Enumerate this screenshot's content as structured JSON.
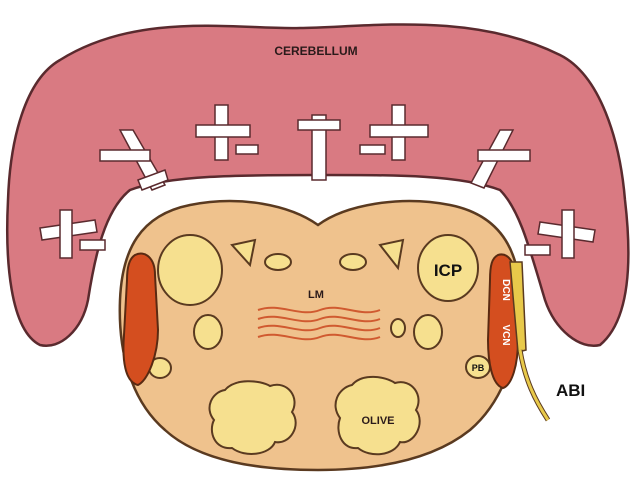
{
  "labels": {
    "cerebellum": "CEREBELLUM",
    "icp": "ICP",
    "lm": "LM",
    "dcn": "DCN",
    "vcn": "VCN",
    "pb": "PB",
    "olive": "OLIVE",
    "abi": "ABI"
  },
  "colors": {
    "cerebellum_fill": "#d97a82",
    "cerebellum_stroke": "#5a2a2e",
    "brainstem_fill": "#efc28d",
    "brainstem_stroke": "#5a3a20",
    "nucleus_fill": "#f6e08f",
    "cochlear_nucleus_fill": "#d44e1f",
    "lemniscus_stroke": "#d05a30",
    "abi_fill": "#e8c94a"
  }
}
